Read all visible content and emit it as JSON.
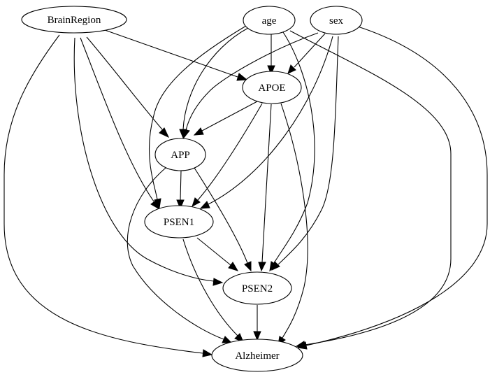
{
  "nodes": {
    "brainregion": "BrainRegion",
    "age": "age",
    "sex": "sex",
    "apoe": "APOE",
    "app": "APP",
    "psen1": "PSEN1",
    "psen2": "PSEN2",
    "alzheimer": "Alzheimer"
  },
  "edges": [
    {
      "from": "BrainRegion",
      "to": "APOE"
    },
    {
      "from": "BrainRegion",
      "to": "APP"
    },
    {
      "from": "BrainRegion",
      "to": "PSEN1"
    },
    {
      "from": "BrainRegion",
      "to": "PSEN2"
    },
    {
      "from": "BrainRegion",
      "to": "Alzheimer"
    },
    {
      "from": "age",
      "to": "APOE"
    },
    {
      "from": "age",
      "to": "APP"
    },
    {
      "from": "age",
      "to": "PSEN1"
    },
    {
      "from": "age",
      "to": "PSEN2"
    },
    {
      "from": "age",
      "to": "Alzheimer"
    },
    {
      "from": "sex",
      "to": "APOE"
    },
    {
      "from": "sex",
      "to": "APP"
    },
    {
      "from": "sex",
      "to": "PSEN1"
    },
    {
      "from": "sex",
      "to": "PSEN2"
    },
    {
      "from": "sex",
      "to": "Alzheimer"
    },
    {
      "from": "APOE",
      "to": "APP"
    },
    {
      "from": "APOE",
      "to": "PSEN1"
    },
    {
      "from": "APOE",
      "to": "PSEN2"
    },
    {
      "from": "APOE",
      "to": "Alzheimer"
    },
    {
      "from": "APP",
      "to": "PSEN1"
    },
    {
      "from": "APP",
      "to": "PSEN2"
    },
    {
      "from": "APP",
      "to": "Alzheimer"
    },
    {
      "from": "PSEN1",
      "to": "PSEN2"
    },
    {
      "from": "PSEN1",
      "to": "Alzheimer"
    },
    {
      "from": "PSEN2",
      "to": "Alzheimer"
    }
  ]
}
